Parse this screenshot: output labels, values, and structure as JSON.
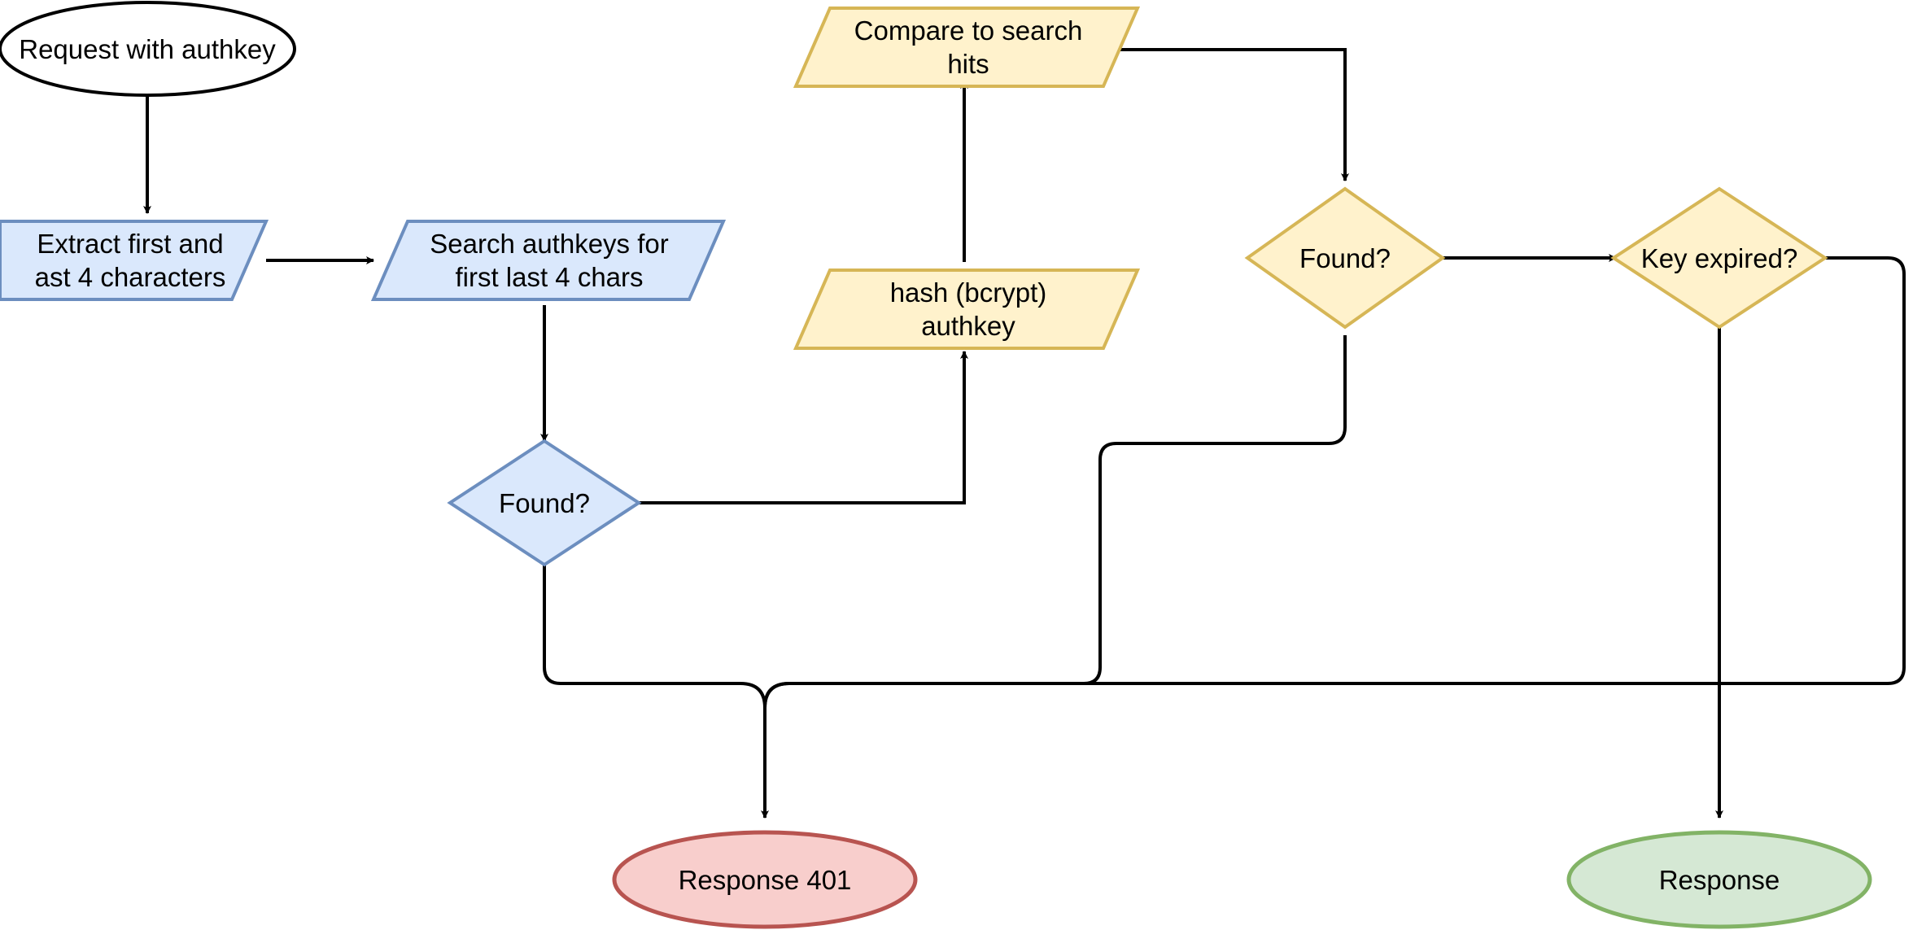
{
  "diagram": {
    "title": "Authkey request validation flow",
    "background": "#ffffff",
    "edge_color": "#000000",
    "palette": {
      "blue_fill": "#dae8fc",
      "blue_stroke": "#6c8ebf",
      "yellow_fill": "#fff2cc",
      "yellow_stroke": "#d6b656",
      "red_fill": "#f8cecc",
      "red_stroke": "#b85450",
      "green_fill": "#d5e8d4",
      "green_stroke": "#82b366",
      "white_fill": "#ffffff",
      "black_stroke": "#000000"
    }
  },
  "nodes": {
    "start": {
      "label": "Request with authkey",
      "shape": "ellipse",
      "fill": "#ffffff",
      "stroke": "#000000"
    },
    "extract": {
      "label": "Extract first and\nast 4 characters",
      "shape": "parallelogram",
      "fill": "#dae8fc",
      "stroke": "#6c8ebf"
    },
    "search": {
      "label": "Search authkeys for\nfirst last 4 chars",
      "shape": "parallelogram",
      "fill": "#dae8fc",
      "stroke": "#6c8ebf"
    },
    "found_blue": {
      "label": "Found?",
      "shape": "diamond",
      "fill": "#dae8fc",
      "stroke": "#6c8ebf"
    },
    "hash": {
      "label": "hash (bcrypt)\nauthkey",
      "shape": "parallelogram",
      "fill": "#fff2cc",
      "stroke": "#d6b656"
    },
    "compare": {
      "label": "Compare to search\nhits",
      "shape": "parallelogram",
      "fill": "#fff2cc",
      "stroke": "#d6b656"
    },
    "found_yellow": {
      "label": "Found?",
      "shape": "diamond",
      "fill": "#fff2cc",
      "stroke": "#d6b656"
    },
    "key_expired": {
      "label": "Key expired?",
      "shape": "diamond",
      "fill": "#fff2cc",
      "stroke": "#d6b656"
    },
    "response_401": {
      "label": "Response 401",
      "shape": "ellipse",
      "fill": "#f8cecc",
      "stroke": "#b85450"
    },
    "response_ok": {
      "label": "Response",
      "shape": "ellipse",
      "fill": "#d5e8d4",
      "stroke": "#82b366"
    }
  },
  "edges": [
    {
      "from": "start",
      "to": "extract",
      "label": ""
    },
    {
      "from": "extract",
      "to": "search",
      "label": ""
    },
    {
      "from": "search",
      "to": "found_blue",
      "label": ""
    },
    {
      "from": "found_blue",
      "to": "hash",
      "label": ""
    },
    {
      "from": "hash",
      "to": "compare",
      "label": ""
    },
    {
      "from": "compare",
      "to": "found_yellow",
      "label": ""
    },
    {
      "from": "found_yellow",
      "to": "key_expired",
      "label": ""
    },
    {
      "from": "found_blue",
      "to": "response_401",
      "label": ""
    },
    {
      "from": "found_yellow",
      "to": "response_401",
      "label": ""
    },
    {
      "from": "key_expired",
      "to": "response_401",
      "label": ""
    },
    {
      "from": "key_expired",
      "to": "response_ok",
      "label": ""
    }
  ]
}
